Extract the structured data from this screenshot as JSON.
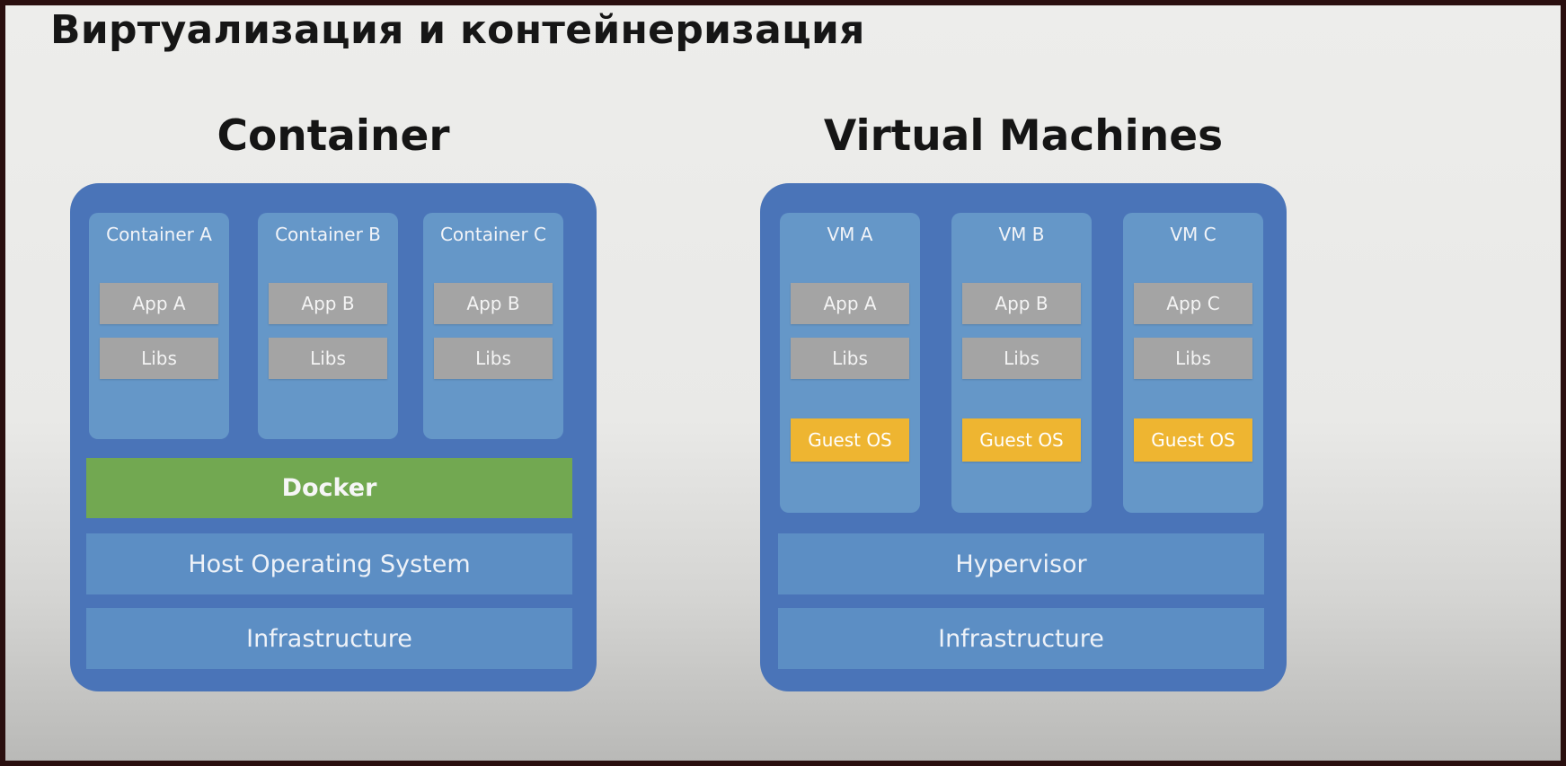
{
  "slide_title": "Виртуализация и контейнеризация",
  "colors": {
    "panel": "#4a74b8",
    "column": "#6597c8",
    "app_chip": "#a4a4a4",
    "guest_os": "#eeb531",
    "docker": "#72a851"
  },
  "container": {
    "title": "Container",
    "columns": [
      {
        "name": "Container A",
        "app": "App A",
        "libs": "Libs"
      },
      {
        "name": "Container B",
        "app": "App B",
        "libs": "Libs"
      },
      {
        "name": "Container C",
        "app": "App B",
        "libs": "Libs"
      }
    ],
    "engine": "Docker",
    "host_os": "Host Operating System",
    "infrastructure": "Infrastructure"
  },
  "virtual_machines": {
    "title": "Virtual Machines",
    "columns": [
      {
        "name": "VM A",
        "app": "App A",
        "libs": "Libs",
        "guest_os": "Guest OS"
      },
      {
        "name": "VM B",
        "app": "App B",
        "libs": "Libs",
        "guest_os": "Guest OS"
      },
      {
        "name": "VM C",
        "app": "App C",
        "libs": "Libs",
        "guest_os": "Guest OS"
      }
    ],
    "hypervisor": "Hypervisor",
    "infrastructure": "Infrastructure"
  }
}
